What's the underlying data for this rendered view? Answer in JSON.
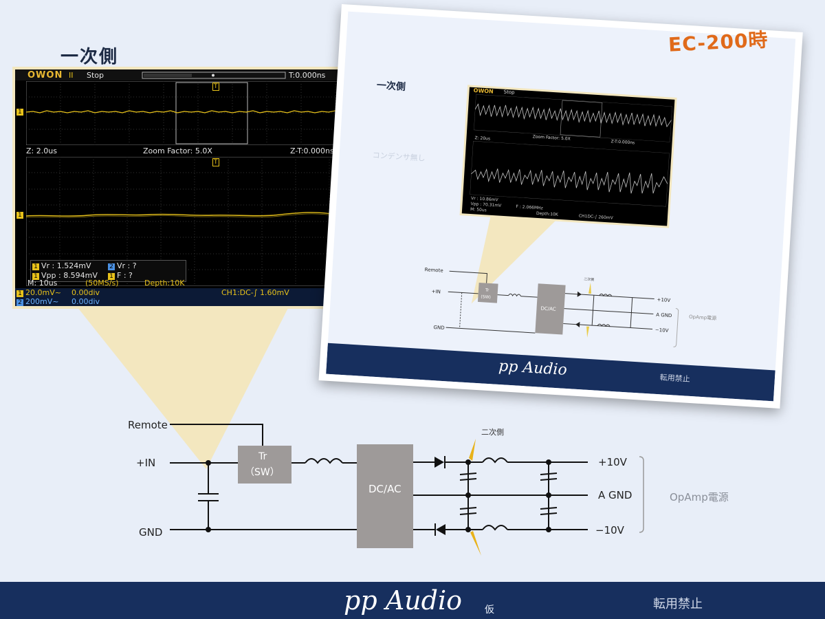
{
  "primary_heading": "一次側",
  "scope": {
    "brand": "OWON",
    "run_state": "II",
    "status": "Stop",
    "trigger_time": "T:0.000ns",
    "trigger_marker": "T",
    "channel_marker": "1",
    "zoom_row": {
      "z": "Z: 2.0us",
      "zoom_factor": "Zoom Factor: 5.0X",
      "zt": "Z-T:0.000ns"
    },
    "measurements": {
      "ch1_vr": "Vr : 1.524mV",
      "ch1_vpp": "Vpp : 8.594mV",
      "ch2_vr": "Vr :    ?",
      "ch2_f": "F :    ?",
      "ch1_tag": "1",
      "ch2_tag": "2"
    },
    "bottom": {
      "timebase": "M: 10us",
      "sample_rate": "(50MS/s)",
      "depth": "Depth:10K",
      "ch1_scale": "20.0mV~",
      "ch1_offset": "0.00div",
      "ch2_scale": "200mV~",
      "ch2_offset": "0.00div",
      "trigger": "CH1:DC-∫ 1.60mV"
    }
  },
  "photo": {
    "title": "EC-200時",
    "inner_heading": "一次側",
    "faint_label": "コンデンサ無し",
    "schematic": {
      "remote": "Remote",
      "in": "+IN",
      "gnd": "GND",
      "tr": "Tr",
      "sw": "(SW)",
      "dcac": "DC/AC",
      "plus10": "+10V",
      "agnd": "A GND",
      "minus10": "−10V",
      "opamp": "OpAmp電源",
      "secondary": "二次側"
    },
    "footer_brand": "pp Audio",
    "footer_note": "転用禁止",
    "scope": {
      "brand": "OWON",
      "status": "Stop",
      "zoom_factor": "Zoom Factor: 5.0X",
      "zt": "Z-T:0.000ns",
      "z": "Z: 20us",
      "vr": "Vr : 10.86mV",
      "vpp": "Vpp : 70.31mV",
      "f": "F : 2.066MHz",
      "m": "M: 50us",
      "depth": "Depth:10K",
      "trigger": "CH1DC-∫ 260mV"
    }
  },
  "schematic": {
    "remote": "Remote",
    "in": "+IN",
    "gnd": "GND",
    "tr_line1": "Tr",
    "tr_line2": "（SW）",
    "dcac": "DC/AC",
    "plus10": "+10V",
    "agnd": "A GND",
    "minus10": "−10V",
    "opamp": "OpAmp電源",
    "secondary": "二次側"
  },
  "footer": {
    "brand": "pp Audio",
    "brand_suffix": "仮",
    "note": "転用禁止"
  },
  "colors": {
    "background": "#e8eef8",
    "footer": "#172f5e",
    "trace": "#e8c21a",
    "accent_orange": "#e06a1a",
    "box_gray": "#9e9a99",
    "callout": "#f3e7bf"
  }
}
